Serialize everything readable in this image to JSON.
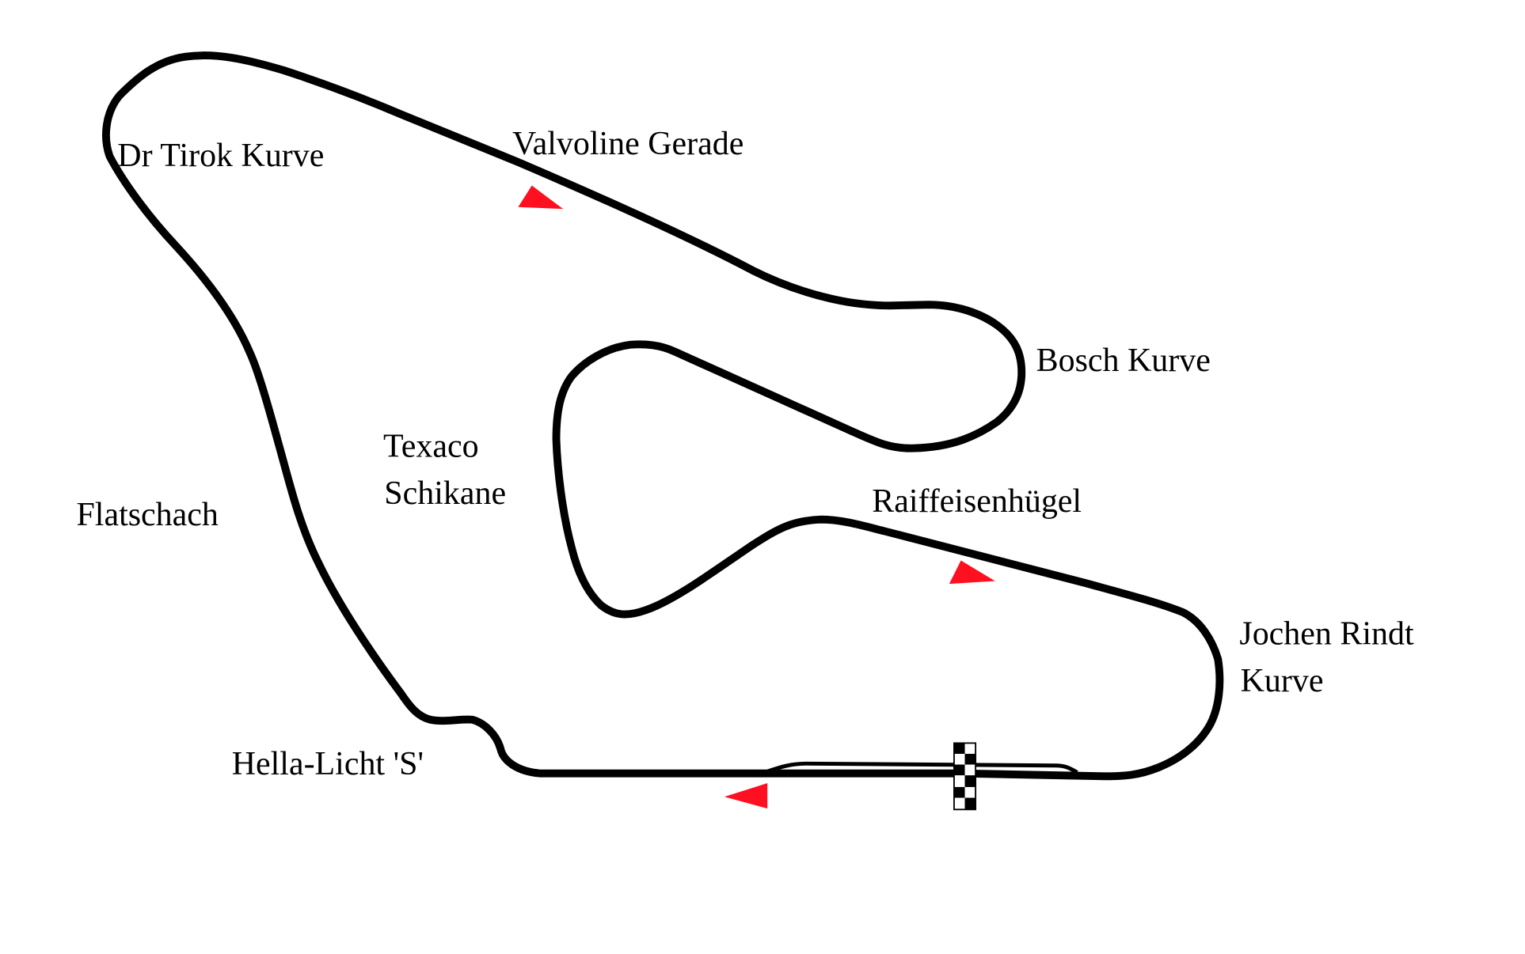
{
  "colors": {
    "track": "#000000",
    "direction_arrow": "#ff1020",
    "background": "#ffffff"
  },
  "labels": {
    "dr_tirok": "Dr Tirok Kurve",
    "valvoline": "Valvoline Gerade",
    "bosch": "Bosch Kurve",
    "texaco_1": "Texaco",
    "texaco_2": "Schikane",
    "flatschach": "Flatschach",
    "raiffeisen": "Raiffeisenhügel",
    "jochen_1": "Jochen Rindt",
    "jochen_2": "Kurve",
    "hella": "Hella-Licht 'S'"
  }
}
